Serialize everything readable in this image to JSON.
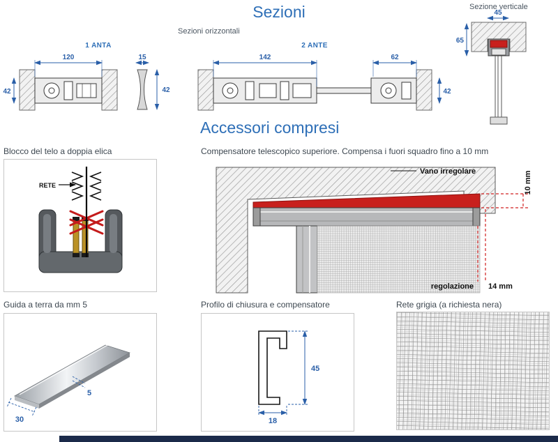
{
  "header": {
    "title": "Sezioni",
    "vertical_section_label": "Sezione verticale",
    "horizontal_sections_label": "Sezioni orizzontali"
  },
  "drawings": {
    "anta1": {
      "label": "1 ANTA",
      "width": "120",
      "height": "42"
    },
    "spessore": {
      "width": "15",
      "height": "42"
    },
    "ante2": {
      "label": "2 ANTE",
      "width_left": "142",
      "width_right": "62",
      "height": "42"
    },
    "verticale": {
      "width": "45",
      "height": "65"
    }
  },
  "accessories": {
    "title": "Accessori compresi",
    "blocco": {
      "label": "Blocco del telo a doppia elica",
      "rete": "RETE"
    },
    "compensatore": {
      "label": "Compensatore telescopico superiore. Compensa i fuori squadro fino a 10 mm",
      "vano_irregolare": "Vano irregolare",
      "gap_dim": "10 mm",
      "regolazione": "regolazione",
      "regolazione_dim": "14 mm"
    },
    "guida": {
      "label": "Guida a terra da mm 5",
      "width_dim": "30",
      "thickness_dim": "5"
    },
    "profilo": {
      "label": "Profilo di chiusura e compensatore",
      "height_dim": "45",
      "width_dim": "18"
    },
    "rete": {
      "label": "Rete grigia (a richiesta nera)"
    }
  },
  "colors": {
    "accent_blue": "#2e6fb7",
    "dimension_blue": "#2a5fa8",
    "accent_red": "#c8201d",
    "footer_navy": "#1b2a4a"
  }
}
